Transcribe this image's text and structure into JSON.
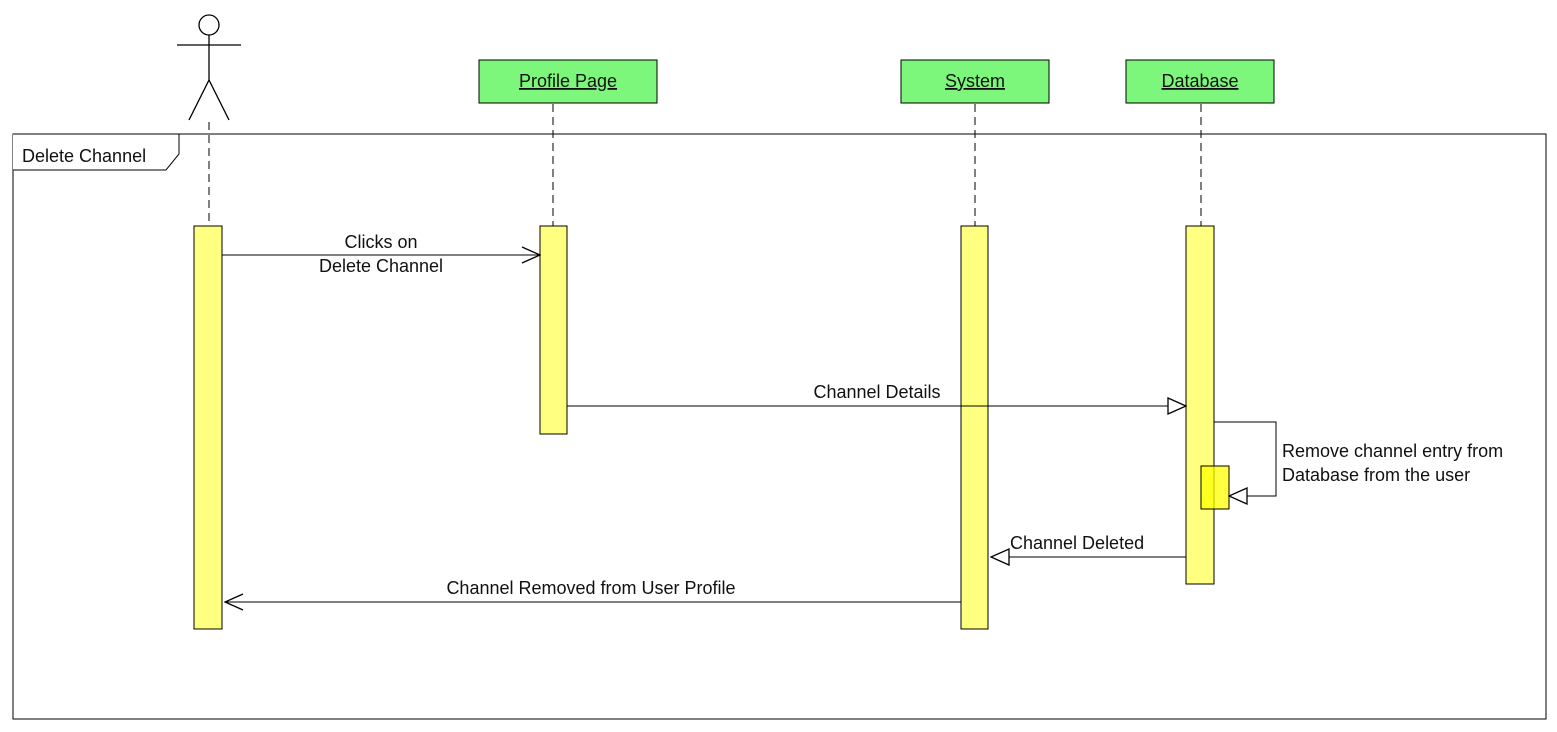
{
  "frame": {
    "label": "Delete Channel"
  },
  "lifelines": [
    {
      "id": "actor",
      "label": ""
    },
    {
      "id": "profile",
      "label": "Profile Page"
    },
    {
      "id": "system",
      "label": "System"
    },
    {
      "id": "database",
      "label": "Database"
    }
  ],
  "messages": [
    {
      "id": "m1",
      "lines": [
        "Clicks on",
        "Delete Channel"
      ],
      "from": "actor",
      "to": "profile",
      "arrow": "open"
    },
    {
      "id": "m2",
      "lines": [
        "Channel Details"
      ],
      "from": "profile",
      "to": "database",
      "arrow": "hollow"
    },
    {
      "id": "m3",
      "lines": [
        "Remove channel entry from",
        "Database from the user"
      ],
      "from": "database",
      "to": "database",
      "arrow": "hollow",
      "self": true
    },
    {
      "id": "m4",
      "lines": [
        "Channel Deleted"
      ],
      "from": "database",
      "to": "system",
      "arrow": "hollow"
    },
    {
      "id": "m5",
      "lines": [
        "Channel Removed from User Profile"
      ],
      "from": "system",
      "to": "actor",
      "arrow": "open"
    }
  ],
  "colors": {
    "head_fill": "#7CF77C",
    "activation_fill": "#FFFF80",
    "line": "#000000",
    "frame": "#000000"
  }
}
